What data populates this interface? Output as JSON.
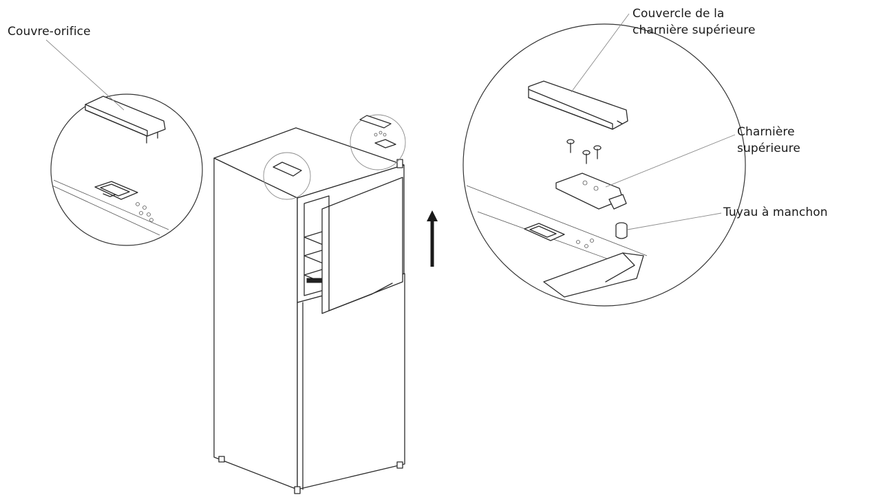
{
  "labels": {
    "vent_cover": "Couvre-orifice",
    "top_hinge_cover_line1": "Couvercle de la",
    "top_hinge_cover_line2": "charnière supérieure",
    "top_hinge_line1": "Charnière",
    "top_hinge_line2": "supérieure",
    "sleeve_pipe": "Tuyau à manchon"
  },
  "icons": {
    "arrow": "arrow-up-icon"
  }
}
